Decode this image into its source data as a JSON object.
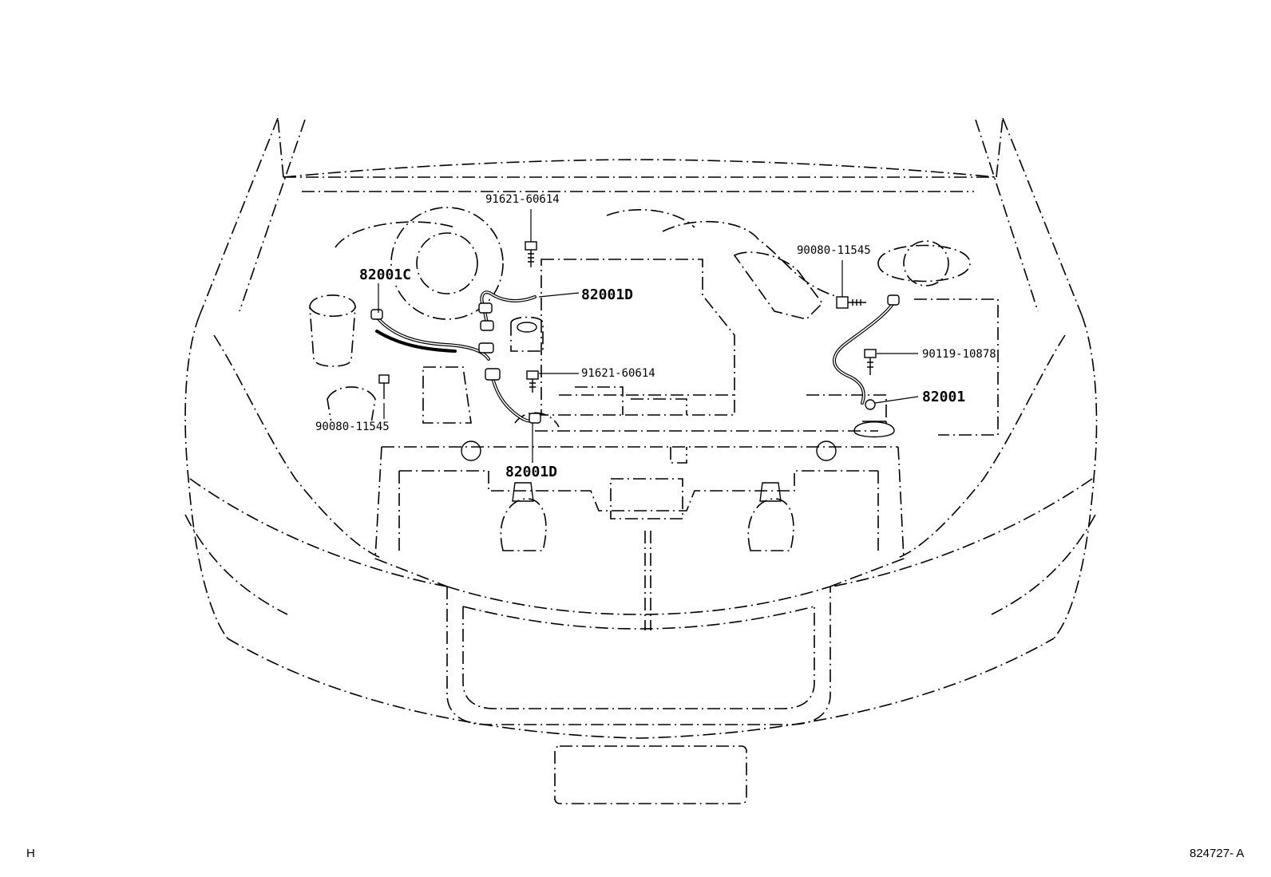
{
  "callouts": {
    "c1": "91621-60614",
    "c2": "82001C",
    "c3": "82001D",
    "c4": "90080-11545",
    "c5": "90119-10878",
    "c6": "91621-60614",
    "c7": "82001",
    "c8": "90080-11545",
    "c9": "82001D"
  },
  "footer": {
    "left_mark": "H",
    "figure_id": "824727- A"
  }
}
